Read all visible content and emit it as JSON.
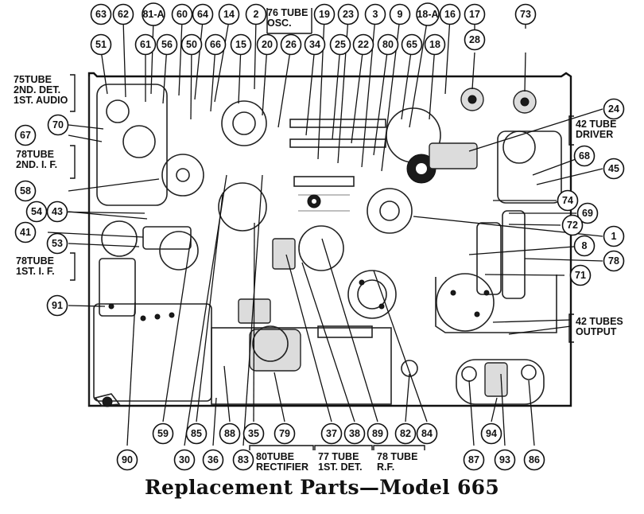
{
  "caption": "Replacement Parts—Model 665",
  "tube_labels": [
    {
      "id": "osc",
      "lines": [
        "76 TUBE",
        "OSC."
      ]
    },
    {
      "id": "second-det",
      "lines": [
        "75TUBE",
        "2ND. DET.",
        "1ST. AUDIO"
      ]
    },
    {
      "id": "second-if",
      "lines": [
        "78TUBE",
        "2ND. I. F."
      ]
    },
    {
      "id": "first-if",
      "lines": [
        "78TUBE",
        "1ST. I. F."
      ]
    },
    {
      "id": "driver",
      "lines": [
        "42 TUBE",
        "DRIVER"
      ]
    },
    {
      "id": "output",
      "lines": [
        "42 TUBES",
        "OUTPUT"
      ]
    },
    {
      "id": "rectifier",
      "lines": [
        "80TUBE",
        "RECTIFIER"
      ]
    },
    {
      "id": "first-det",
      "lines": [
        "77 TUBE",
        "1ST. DET."
      ]
    },
    {
      "id": "rf",
      "lines": [
        "78 TUBE",
        "R.F."
      ]
    }
  ],
  "callouts": {
    "top": [
      "63",
      "62",
      "81-A",
      "60",
      "64",
      "14",
      "2",
      "19",
      "23",
      "3",
      "9",
      "18-A",
      "16",
      "17",
      "73",
      "51",
      "61",
      "56",
      "50",
      "66",
      "15",
      "20",
      "26",
      "34",
      "25",
      "22",
      "80",
      "65",
      "18",
      "28"
    ],
    "left": [
      "70",
      "67",
      "58",
      "54",
      "43",
      "41",
      "53",
      "91"
    ],
    "right": [
      "24",
      "68",
      "45",
      "74",
      "69",
      "72",
      "1",
      "8",
      "78",
      "71"
    ],
    "bottom": [
      "59",
      "85",
      "88",
      "35",
      "79",
      "37",
      "38",
      "89",
      "82",
      "84",
      "94",
      "90",
      "30",
      "36",
      "83",
      "87",
      "93",
      "86"
    ]
  }
}
